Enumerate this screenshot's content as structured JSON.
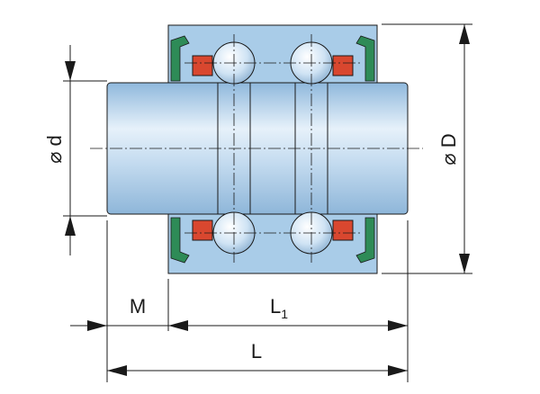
{
  "drawing": {
    "labels": {
      "d": "⌀ d",
      "D": "⌀ D",
      "M": "M",
      "L1_main": "L",
      "L1_sub": "1",
      "L": "L"
    }
  },
  "colors": {
    "shaft": "#b4d3ee",
    "housing": "#a9cce8",
    "seal": "#2e8b57",
    "cage": "#d9472f",
    "ball": "#cfe3f4",
    "line": "#1a1a1a"
  }
}
